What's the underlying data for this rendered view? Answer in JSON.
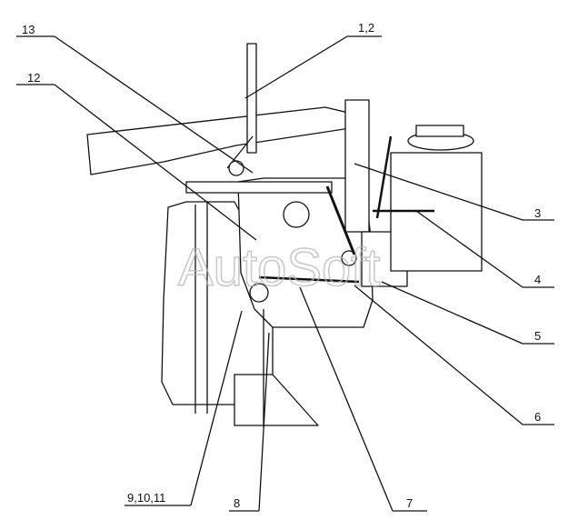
{
  "diagram": {
    "watermark": "AutoSoft",
    "callouts": [
      {
        "id": "c-12",
        "label": "1,2"
      },
      {
        "id": "c-13",
        "label": "13"
      },
      {
        "id": "c-12b",
        "label": "12"
      },
      {
        "id": "c-3",
        "label": "3"
      },
      {
        "id": "c-4",
        "label": "4"
      },
      {
        "id": "c-5",
        "label": "5"
      },
      {
        "id": "c-6",
        "label": "6"
      },
      {
        "id": "c-7",
        "label": "7"
      },
      {
        "id": "c-8",
        "label": "8"
      },
      {
        "id": "c-91011",
        "label": "9,10,11"
      }
    ],
    "colors": {
      "line": "#111111",
      "watermark": "#b8b8b8",
      "background": "#ffffff"
    }
  }
}
